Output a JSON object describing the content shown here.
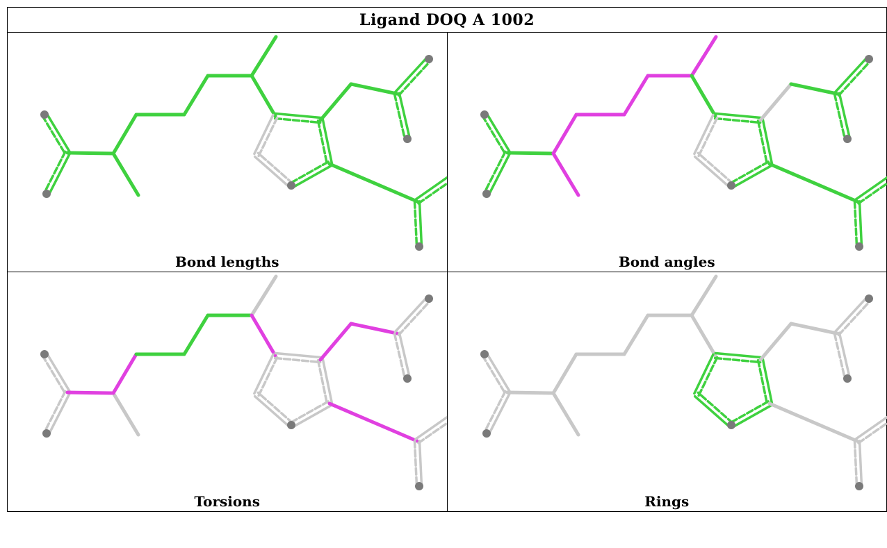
{
  "title": "Ligand DOQ A 1002",
  "colors": {
    "good": "#3fd13f",
    "outlier": "#e040e0",
    "neutral": "#c8c8c8",
    "atom": "#7a7a7a"
  },
  "panels": [
    {
      "caption": "Bond lengths"
    },
    {
      "caption": "Bond angles"
    },
    {
      "caption": "Torsions"
    },
    {
      "caption": "Rings"
    }
  ]
}
